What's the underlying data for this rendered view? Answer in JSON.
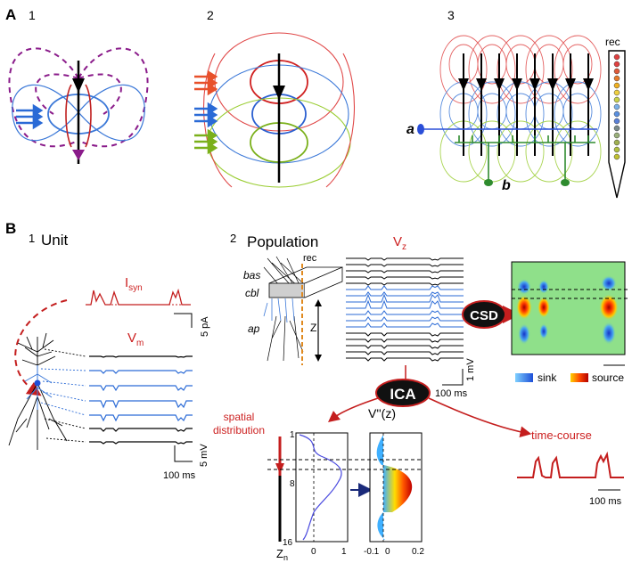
{
  "panelA": {
    "letter": "A",
    "sub1": "1",
    "sub2": "2",
    "sub3": "3",
    "rec": "rec",
    "a": "a",
    "b": "b"
  },
  "panelB": {
    "letter": "B",
    "sub1": "1",
    "unit": "Unit",
    "isyn": "I",
    "isyn_sub": "syn",
    "vm": "V",
    "vm_sub": "m",
    "scale_5pA": "5 pA",
    "scale_5mV_unit": "5 mV",
    "scale_100ms_unit": "100 ms",
    "sub2": "2",
    "population": "Population",
    "rec": "rec",
    "bas": "bas",
    "cbl": "cbl",
    "ap": "ap",
    "z": "Z",
    "vz": "V",
    "vz_sub": "z",
    "scale_1mV": "1 mV",
    "scale_100ms_pop": "100 ms",
    "csd": "CSD",
    "ica": "ICA",
    "sink": "sink",
    "source": "source",
    "spatial1": "spatial",
    "spatial2": "distribution",
    "vpp": "V''(z)",
    "timecourse": "time-course",
    "scale_100ms_tc": "100 ms",
    "tick_1": "1",
    "tick_8": "8",
    "tick_16": "16",
    "zn": "Z",
    "zn_sub": "n",
    "x0": "0",
    "x1": "1",
    "xm01": "-0.1",
    "x00": "0",
    "x02": "0.2"
  }
}
